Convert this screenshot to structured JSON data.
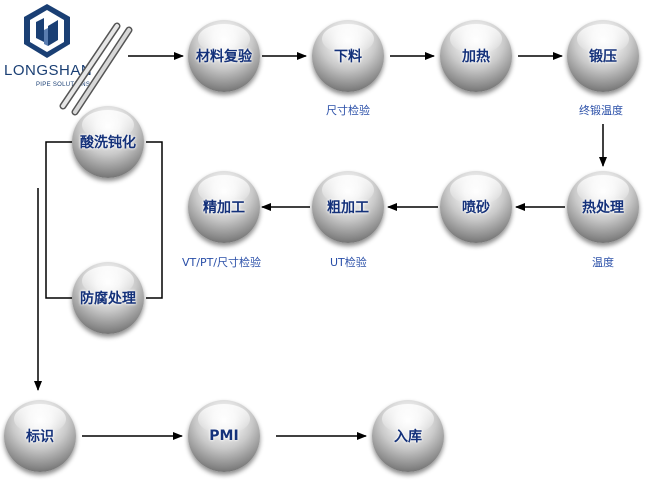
{
  "logo": {
    "name": "LONGSHAN",
    "subtitle": "PIPE SOLUTIONS",
    "brand_color": "#1a3f74"
  },
  "nodes": {
    "material_recheck": "材料复验",
    "cutting": "下料",
    "heating": "加热",
    "forging": "锻压",
    "heat_treatment": "热处理",
    "sandblasting": "喷砂",
    "rough_machining": "粗加工",
    "finish_machining": "精加工",
    "pickling_passivation": "酸洗钝化",
    "anticorrosion": "防腐处理",
    "marking": "标识",
    "pmi": "PMI",
    "warehousing": "入库"
  },
  "notes": {
    "cutting": "尺寸检验",
    "forging": "终锻温度",
    "heat_treatment": "温度",
    "rough_machining": "UT检验",
    "finish_machining": "VT/PT/尺寸检验"
  },
  "colors": {
    "label": "#14317a",
    "note": "#2a4fa8",
    "arrow": "#000000"
  }
}
